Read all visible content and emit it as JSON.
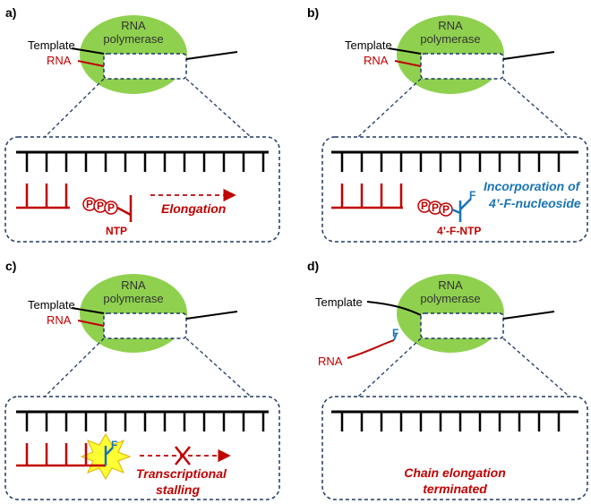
{
  "panels": {
    "a": {
      "label": "a)",
      "polymerase": [
        "RNA",
        "polymerase"
      ],
      "template": "Template",
      "rna": "RNA",
      "ntp": "NTP",
      "phosphate": "P",
      "action": "Elongation"
    },
    "b": {
      "label": "b)",
      "polymerase": [
        "RNA",
        "polymerase"
      ],
      "template": "Template",
      "rna": "RNA",
      "ntp": "4’-F-NTP",
      "phosphate": "P",
      "fluoro": "F",
      "action": [
        "Incorporation of",
        "4’-F-nucleoside"
      ]
    },
    "c": {
      "label": "c)",
      "polymerase": [
        "RNA",
        "polymerase"
      ],
      "template": "Template",
      "rna": "RNA",
      "fluoro": "F",
      "action": [
        "Transcriptional",
        "stalling"
      ]
    },
    "d": {
      "label": "d)",
      "polymerase": [
        "RNA",
        "polymerase"
      ],
      "template": "Template",
      "rna": "RNA",
      "fluoro": "F",
      "action": [
        "Chain elongation",
        "terminated"
      ]
    }
  },
  "colors": {
    "polymerase": "#8fd14f",
    "rna": "#c00000",
    "fluoro": "#1a74b5",
    "dash": "#1f3864",
    "star": "#ffff33"
  }
}
